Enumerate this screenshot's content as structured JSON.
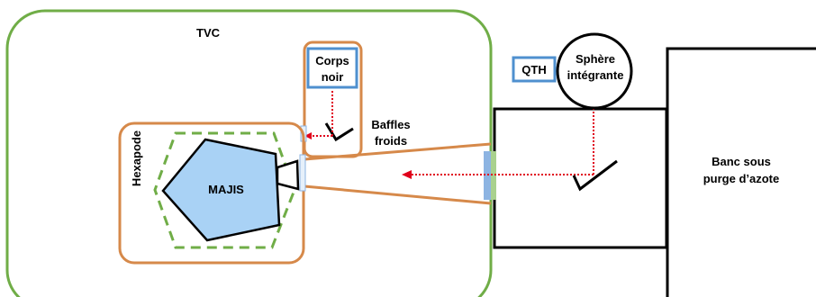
{
  "labels": {
    "tvc": "TVC",
    "corps_noir_line1": "Corps",
    "corps_noir_line2": "noir",
    "baffles_line1": "Baffles",
    "baffles_line2": "froids",
    "hexapode": "Hexapode",
    "majis": "MAJIS",
    "qth": "QTH",
    "sphere_line1": "Sphère",
    "sphere_line2": "intégrante",
    "banc_line1": "Banc sous",
    "banc_line2": "purge d’azote"
  },
  "colors": {
    "tvc_border": "#70ad47",
    "orange": "#d6894a",
    "blue_box": "#4f90cf",
    "majis_fill": "#a9d2f5",
    "beam": "#e0001b",
    "window_blue": "#8db4e2",
    "window_green": "#a9d18e",
    "hexapod_dash": "#70ad47"
  }
}
